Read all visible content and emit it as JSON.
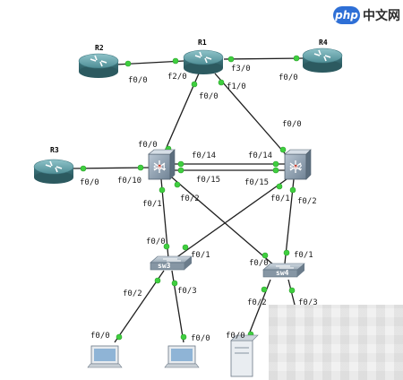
{
  "watermark": {
    "mark": "php",
    "text": "中文网"
  },
  "devices": {
    "R1": "R1",
    "R2": "R2",
    "R3": "R3",
    "R4": "R4",
    "sw1": "sw1",
    "sw2": "sw2",
    "sw3": "sw3",
    "sw4": "sw4"
  },
  "ports": {
    "r2_f00": "f0/0",
    "r1_f20": "f2/0",
    "r1_f30": "f3/0",
    "r4_f00": "f0/0",
    "r1_f10": "f1/0",
    "r1_f00": "f0/0",
    "sw2_f00_top": "f0/0",
    "sw1_f00": "f0/0",
    "sw1_f014": "f0/14",
    "sw2_f014": "f0/14",
    "sw1_f015": "f0/15",
    "sw2_f015": "f0/15",
    "r3_f00": "f0/0",
    "sw1_f010": "f0/10",
    "sw1_f01": "f0/1",
    "sw1_f02": "f0/2",
    "sw2_f01": "f0/1",
    "sw2_f02": "f0/2",
    "sw3_f00": "f0/0",
    "sw3_f01": "f0/1",
    "sw4_f00": "f0/0",
    "sw4_f01": "f0/1",
    "sw3_f02": "f0/2",
    "sw3_f03": "f0/3",
    "sw4_f02": "f0/2",
    "sw4_f03": "f0/3",
    "pc1_f00": "f0/0",
    "pc2_f00": "f0/0",
    "srv_f00": "f0/0"
  },
  "colors": {
    "link": "#1f1f1f",
    "port_dot": "#3fcf3f",
    "router": "#4f8e96",
    "switch": "#8a9aa8"
  }
}
